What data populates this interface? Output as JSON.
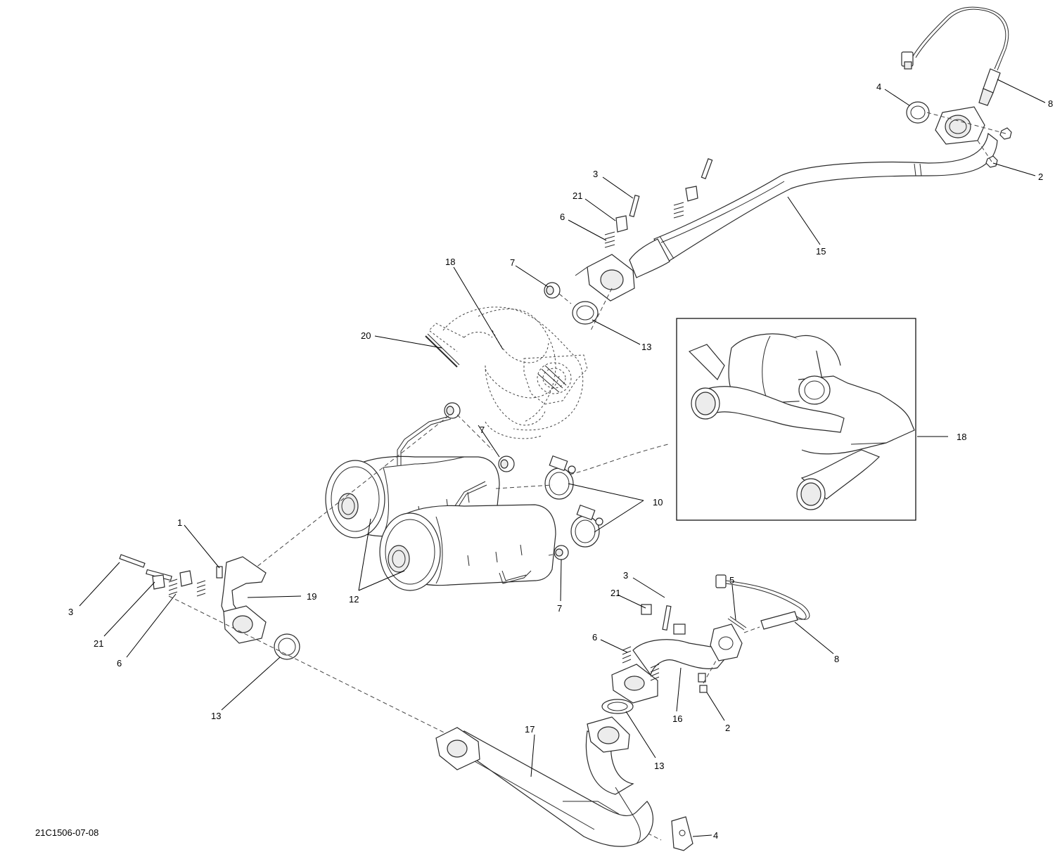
{
  "reference_code": "21C1506-07-08",
  "callouts": [
    {
      "id": "c1",
      "label": "1"
    },
    {
      "id": "c2a",
      "label": "2"
    },
    {
      "id": "c2b",
      "label": "2"
    },
    {
      "id": "c3a",
      "label": "3"
    },
    {
      "id": "c3b",
      "label": "3"
    },
    {
      "id": "c3c",
      "label": "3"
    },
    {
      "id": "c4a",
      "label": "4"
    },
    {
      "id": "c4b",
      "label": "4"
    },
    {
      "id": "c5",
      "label": "5"
    },
    {
      "id": "c6a",
      "label": "6"
    },
    {
      "id": "c6b",
      "label": "6"
    },
    {
      "id": "c6c",
      "label": "6"
    },
    {
      "id": "c7a",
      "label": "7"
    },
    {
      "id": "c7b",
      "label": "7"
    },
    {
      "id": "c7c",
      "label": "7"
    },
    {
      "id": "c8a",
      "label": "8"
    },
    {
      "id": "c8b",
      "label": "8"
    },
    {
      "id": "c10",
      "label": "10"
    },
    {
      "id": "c12",
      "label": "12"
    },
    {
      "id": "c13a",
      "label": "13"
    },
    {
      "id": "c13b",
      "label": "13"
    },
    {
      "id": "c13c",
      "label": "13"
    },
    {
      "id": "c15",
      "label": "15"
    },
    {
      "id": "c16",
      "label": "16"
    },
    {
      "id": "c17",
      "label": "17"
    },
    {
      "id": "c18a",
      "label": "18"
    },
    {
      "id": "c18b",
      "label": "18"
    },
    {
      "id": "c19",
      "label": "19"
    },
    {
      "id": "c20",
      "label": "20"
    },
    {
      "id": "c21a",
      "label": "21"
    },
    {
      "id": "c21b",
      "label": "21"
    },
    {
      "id": "c21c",
      "label": "21"
    }
  ]
}
